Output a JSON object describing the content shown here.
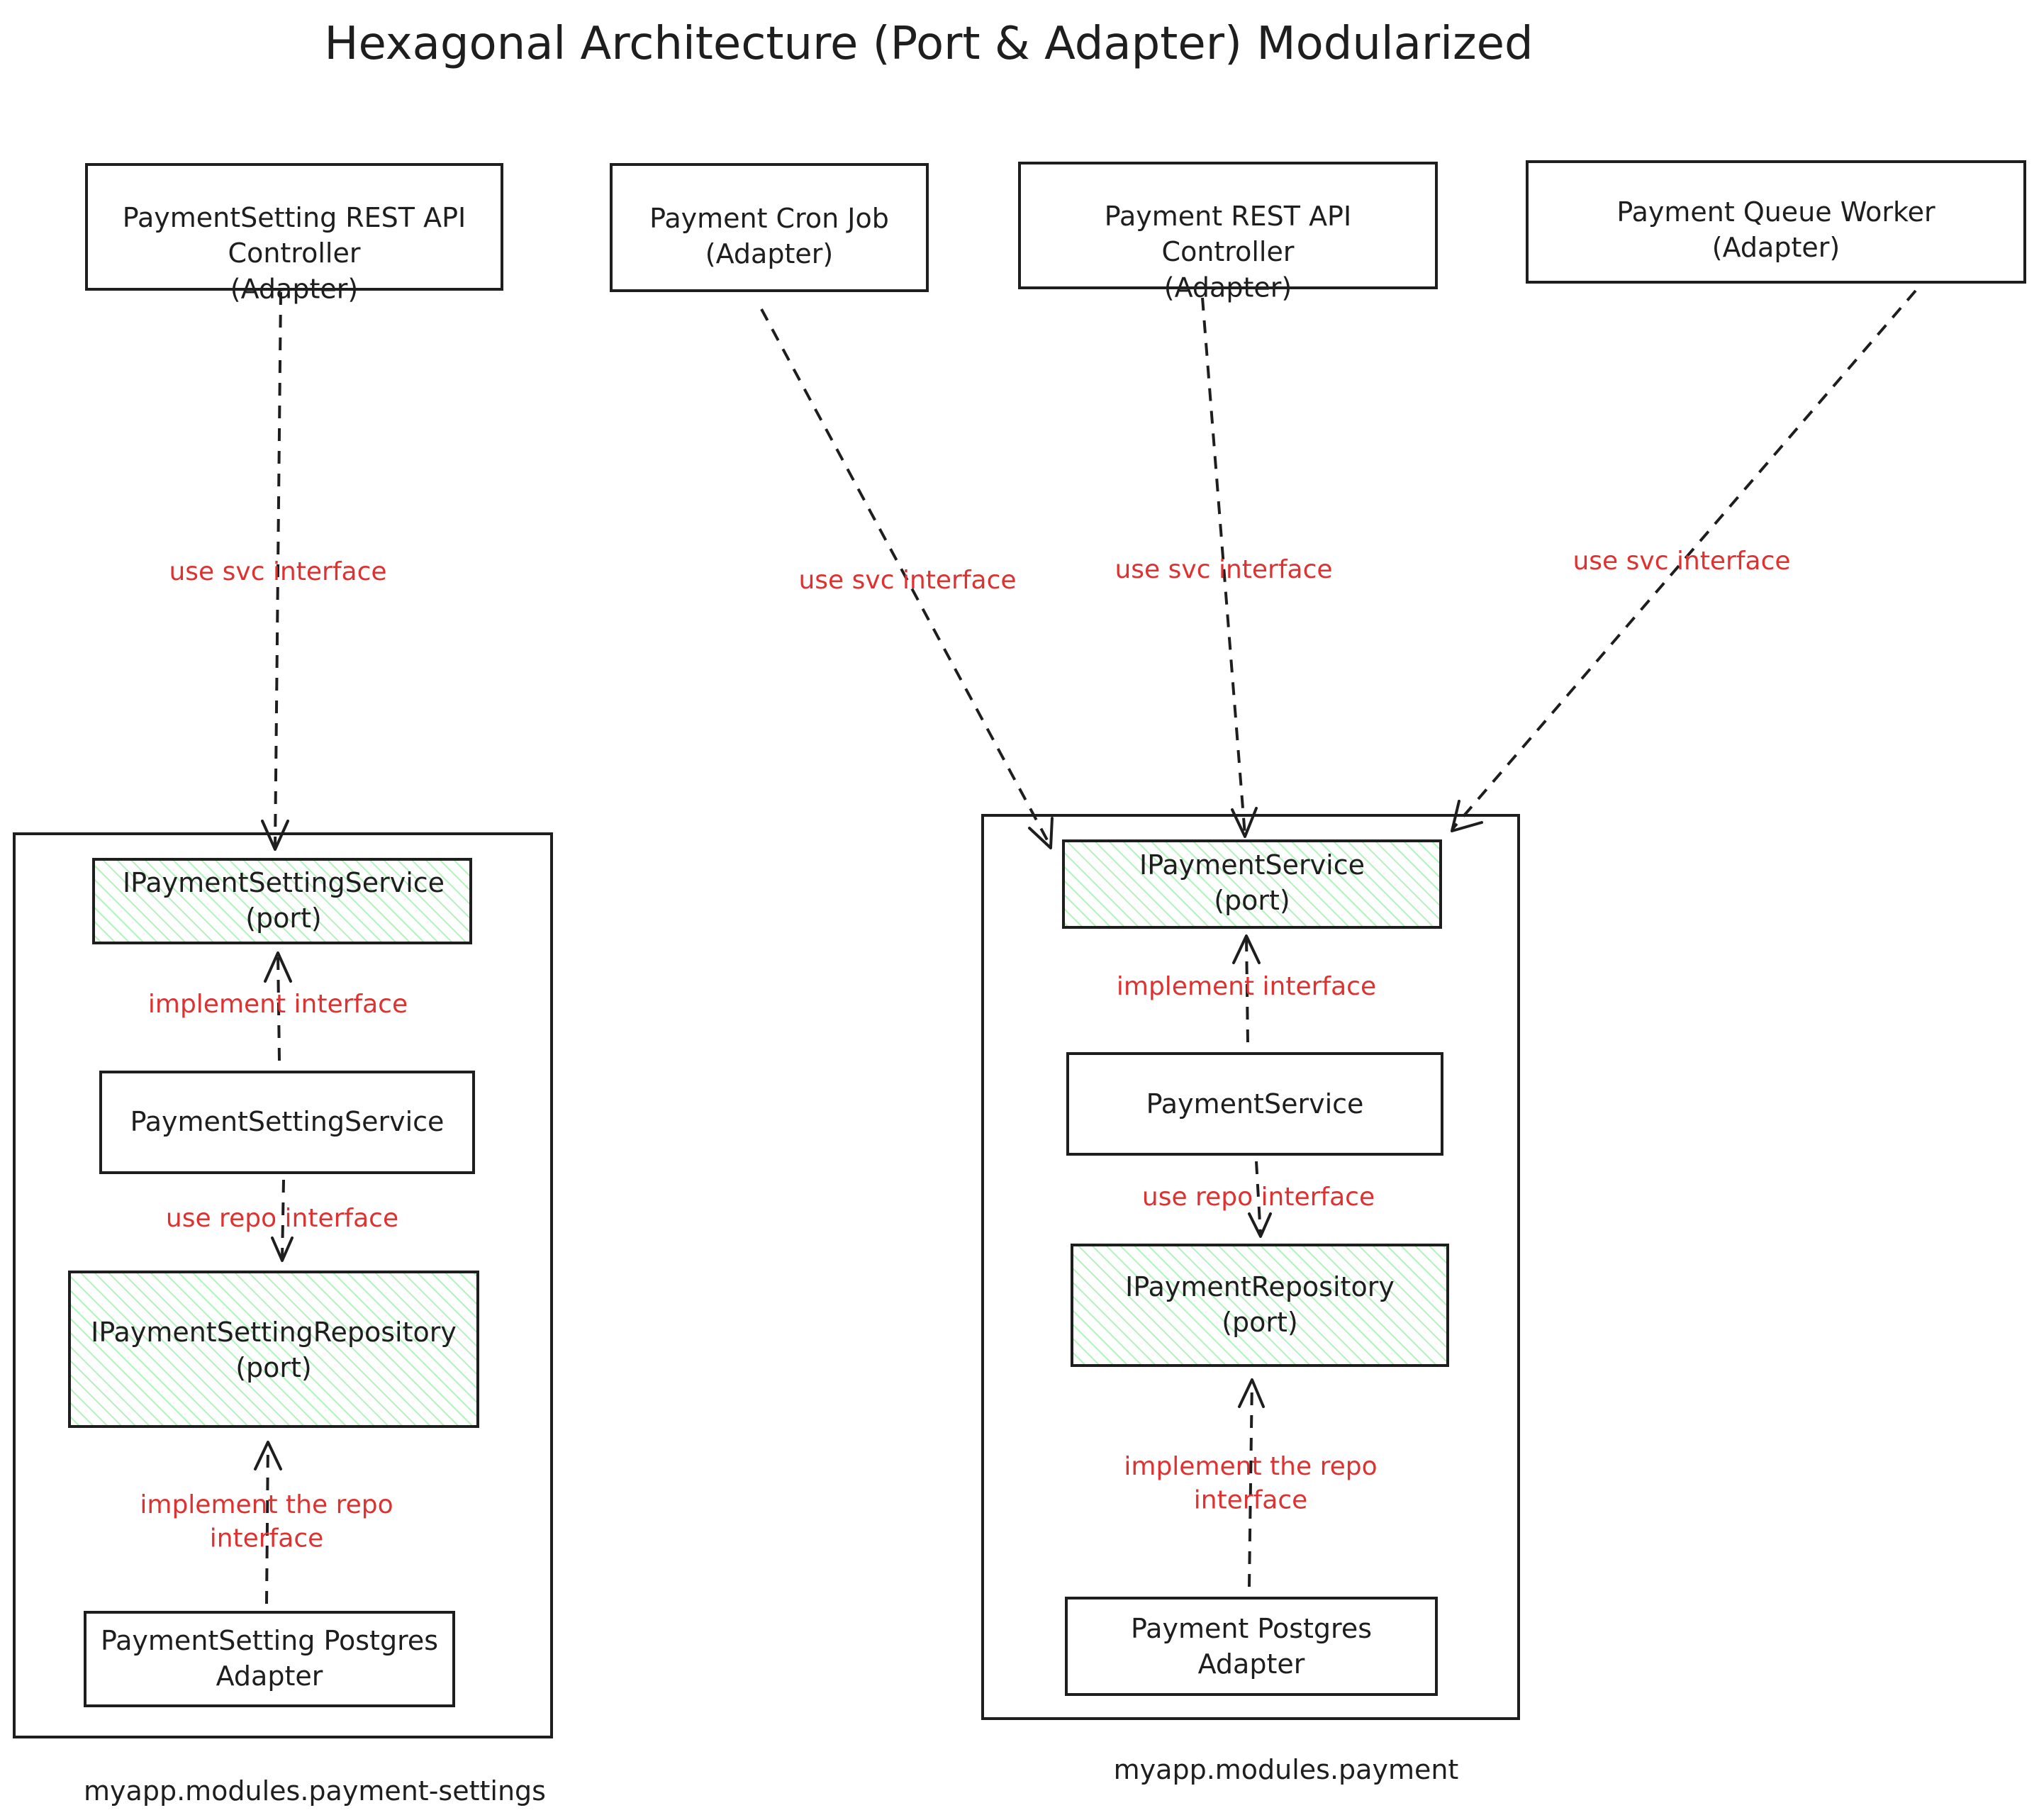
{
  "title": "Hexagonal Architecture  (Port & Adapter) Modularized",
  "colors": {
    "ink": "#1e1e1e",
    "edge_label": "#e03131",
    "port_hatch": "#b2f2bb"
  },
  "adapters": {
    "payment_setting_rest": [
      "PaymentSetting REST API",
      "Controller",
      "(Adapter)"
    ],
    "payment_cron": [
      "Payment Cron Job",
      "(Adapter)"
    ],
    "payment_rest": [
      "Payment REST API",
      "Controller",
      "(Adapter)"
    ],
    "payment_queue": [
      "Payment Queue Worker",
      "(Adapter)"
    ]
  },
  "modules": {
    "payment_settings": {
      "label": "myapp.modules.payment-settings",
      "service_port": [
        "IPaymentSettingService",
        "(port)"
      ],
      "service": [
        "PaymentSettingService"
      ],
      "repo_port": [
        "IPaymentSettingRepository",
        "(port)"
      ],
      "db_adapter": [
        "PaymentSetting Postgres",
        "Adapter"
      ]
    },
    "payment": {
      "label": "myapp.modules.payment",
      "service_port": [
        "IPaymentService",
        "(port)"
      ],
      "service": [
        "PaymentService"
      ],
      "repo_port": [
        "IPaymentRepository",
        "(port)"
      ],
      "db_adapter": [
        "Payment Postgres",
        "Adapter"
      ]
    }
  },
  "edge_labels": {
    "use_svc": [
      "use svc interface"
    ],
    "implement_interface": [
      "implement interface"
    ],
    "use_repo": [
      "use repo interface"
    ],
    "implement_repo": [
      "implement the repo",
      "interface"
    ]
  }
}
